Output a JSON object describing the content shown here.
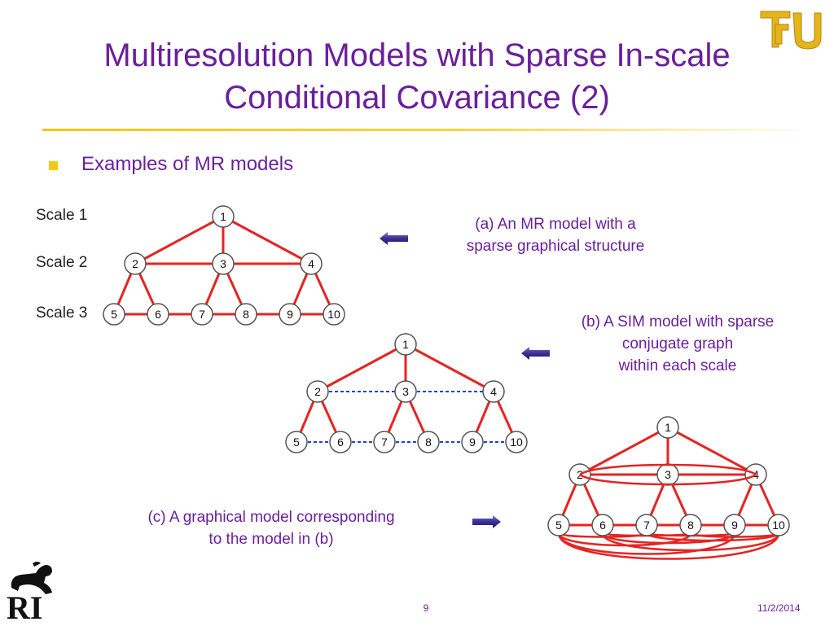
{
  "title": {
    "line1": "Multiresolution Models with Sparse In-scale",
    "line2": "Conditional Covariance (2)"
  },
  "bullet": "Examples of MR models",
  "scale_labels": [
    "Scale 1",
    "Scale 2",
    "Scale 3"
  ],
  "captions": {
    "a": [
      "(a) An MR model with a",
      "sparse graphical structure"
    ],
    "b": [
      "(b) A SIM model with sparse",
      "conjugate graph",
      "within each scale"
    ],
    "c": [
      "(c) A graphical model corresponding",
      "to the model in (b)"
    ]
  },
  "node_labels": [
    "1",
    "2",
    "3",
    "4",
    "5",
    "6",
    "7",
    "8",
    "9",
    "10"
  ],
  "footer": {
    "page": "9",
    "date": "11/2/2014"
  },
  "colors": {
    "title": "#6a1f9c",
    "edge": "#e52421",
    "dashed_edge": "#1f3fd6",
    "accent": "#f2c811",
    "arrow": "#3a2f91"
  },
  "icons": {
    "arrow_left": "arrow-left-icon",
    "arrow_right": "arrow-right-icon",
    "logo_top": "tju-logo",
    "logo_bottom": "sri-logo"
  }
}
